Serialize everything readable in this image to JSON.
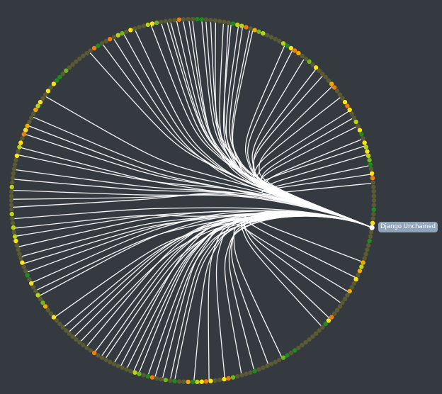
{
  "diagram": {
    "type": "hierarchical-edge-bundling",
    "node_count": 252,
    "highlighted_node": {
      "label": "Django Unchained",
      "color": "#ffffff"
    },
    "edge_color": "#ffffff",
    "colors": {
      "background": "#353940",
      "node_default": "#5a5a33",
      "node_palette": [
        "#5a5a33",
        "#1f8a1f",
        "#6fb51c",
        "#b9d512",
        "#ffe414",
        "#f2a900",
        "#f07d0a"
      ]
    }
  }
}
